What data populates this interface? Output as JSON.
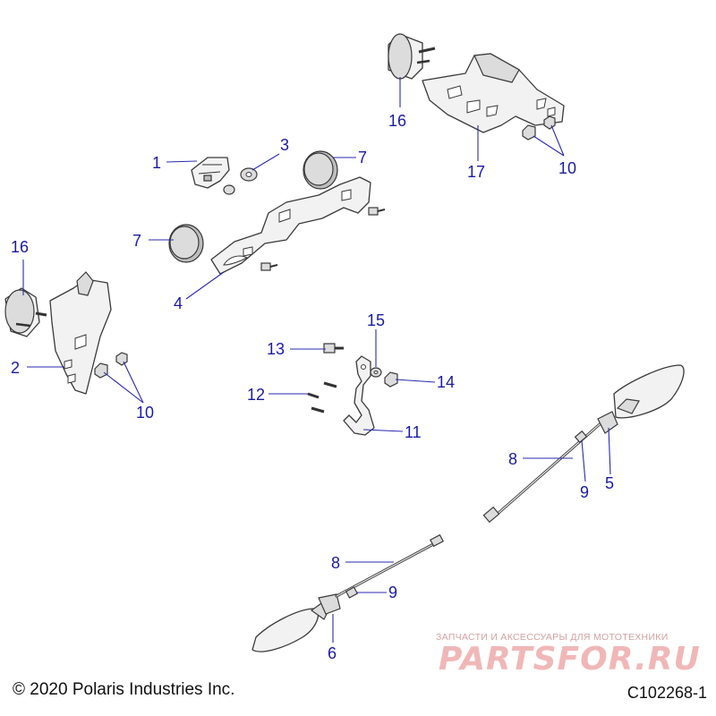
{
  "callouts": {
    "c1": "1",
    "c2": "2",
    "c3": "3",
    "c4": "4",
    "c5": "5",
    "c6": "6",
    "c7a": "7",
    "c7b": "7",
    "c8a": "8",
    "c8b": "8",
    "c9a": "9",
    "c9b": "9",
    "c10a": "10",
    "c10b": "10",
    "c11": "11",
    "c12": "12",
    "c13": "13",
    "c14": "14",
    "c15": "15",
    "c16a": "16",
    "c16b": "16",
    "c17": "17"
  },
  "footer": {
    "copyright": "© 2020 Polaris Industries Inc.",
    "diagram_id": "C102268-1"
  },
  "watermark": {
    "tagline": "ЗАПЧАСТИ И АКСЕССУАРЫ ДЛЯ МОТОТЕХНИКИ",
    "logo": "PARTSFOR.RU"
  },
  "colors": {
    "callout": "#1a1aa6",
    "watermark": "#f1b7b7"
  }
}
